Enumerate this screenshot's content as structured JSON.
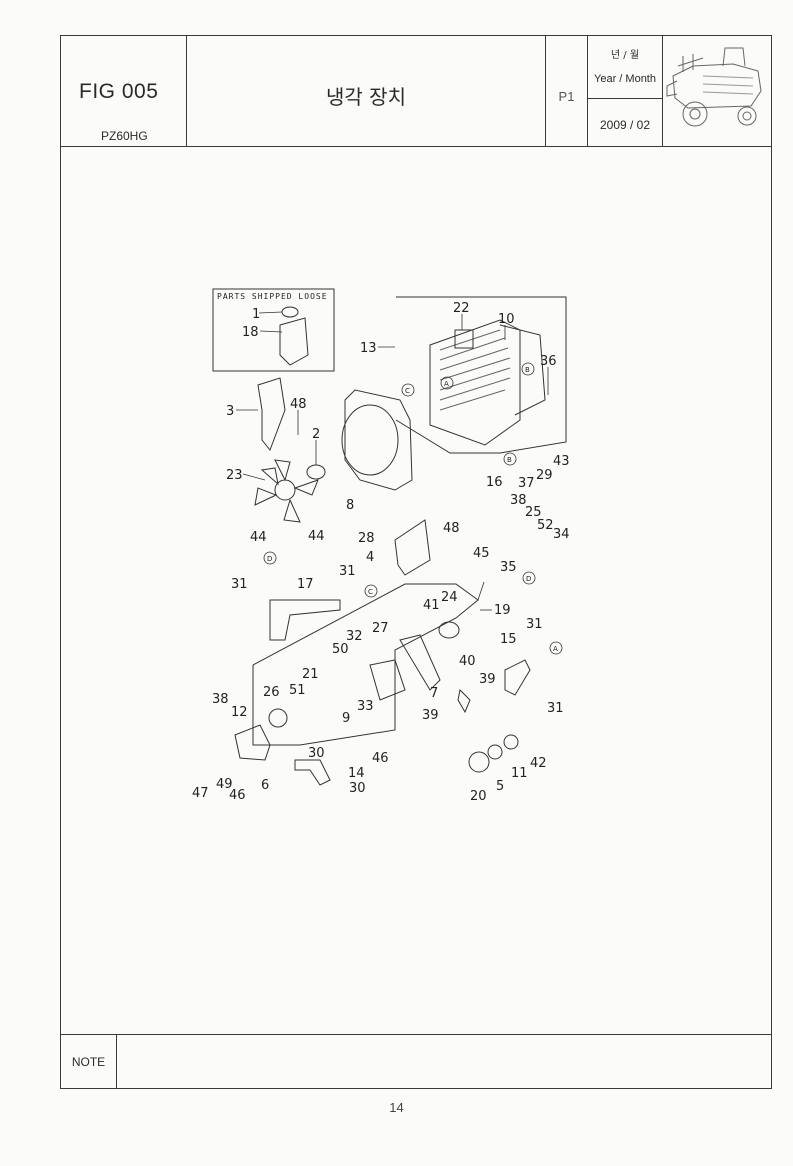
{
  "header": {
    "fig_label": "FIG 005",
    "model": "PZ60HG",
    "title": "냉각 장치",
    "page_code": "P1",
    "year_month_korean": "년 / 월",
    "year_month_label": "Year / Month",
    "date": "2009 / 02"
  },
  "diagram": {
    "loose_parts_caption": "PARTS SHIPPED LOOSE",
    "part_labels": [
      {
        "id": "p1",
        "text": "1"
      },
      {
        "id": "p18",
        "text": "18"
      },
      {
        "id": "p13",
        "text": "13"
      },
      {
        "id": "p22",
        "text": "22"
      },
      {
        "id": "p10",
        "text": "10"
      },
      {
        "id": "p36",
        "text": "36"
      },
      {
        "id": "p3",
        "text": "3"
      },
      {
        "id": "p48a",
        "text": "48"
      },
      {
        "id": "p2",
        "text": "2"
      },
      {
        "id": "p23",
        "text": "23"
      },
      {
        "id": "p8",
        "text": "8"
      },
      {
        "id": "p44a",
        "text": "44"
      },
      {
        "id": "p44b",
        "text": "44"
      },
      {
        "id": "p37",
        "text": "37"
      },
      {
        "id": "p29",
        "text": "29"
      },
      {
        "id": "p43",
        "text": "43"
      },
      {
        "id": "p16",
        "text": "16"
      },
      {
        "id": "p38a",
        "text": "38"
      },
      {
        "id": "p25",
        "text": "25"
      },
      {
        "id": "p52",
        "text": "52"
      },
      {
        "id": "p34",
        "text": "34"
      },
      {
        "id": "p45",
        "text": "45"
      },
      {
        "id": "p35",
        "text": "35"
      },
      {
        "id": "p28",
        "text": "28"
      },
      {
        "id": "p48b",
        "text": "48"
      },
      {
        "id": "p4",
        "text": "4"
      },
      {
        "id": "p31a",
        "text": "31"
      },
      {
        "id": "p17",
        "text": "17"
      },
      {
        "id": "p31b",
        "text": "31"
      },
      {
        "id": "p41",
        "text": "41"
      },
      {
        "id": "p24",
        "text": "24"
      },
      {
        "id": "p19",
        "text": "19"
      },
      {
        "id": "p32",
        "text": "32"
      },
      {
        "id": "p27",
        "text": "27"
      },
      {
        "id": "p50",
        "text": "50"
      },
      {
        "id": "p31c",
        "text": "31"
      },
      {
        "id": "p15",
        "text": "15"
      },
      {
        "id": "p21",
        "text": "21"
      },
      {
        "id": "p51",
        "text": "51"
      },
      {
        "id": "p26",
        "text": "26"
      },
      {
        "id": "p9",
        "text": "9"
      },
      {
        "id": "p33",
        "text": "33"
      },
      {
        "id": "p7",
        "text": "7"
      },
      {
        "id": "p40",
        "text": "40"
      },
      {
        "id": "p39a",
        "text": "39"
      },
      {
        "id": "p39b",
        "text": "39"
      },
      {
        "id": "p31d",
        "text": "31"
      },
      {
        "id": "p38b",
        "text": "38"
      },
      {
        "id": "p12",
        "text": "12"
      },
      {
        "id": "p30a",
        "text": "30"
      },
      {
        "id": "p46a",
        "text": "46"
      },
      {
        "id": "p42",
        "text": "42"
      },
      {
        "id": "p11",
        "text": "11"
      },
      {
        "id": "p14",
        "text": "14"
      },
      {
        "id": "p47",
        "text": "47"
      },
      {
        "id": "p49",
        "text": "49"
      },
      {
        "id": "p46b",
        "text": "46"
      },
      {
        "id": "p6",
        "text": "6"
      },
      {
        "id": "p30b",
        "text": "30"
      },
      {
        "id": "p5",
        "text": "5"
      },
      {
        "id": "p20",
        "text": "20"
      }
    ],
    "ref_markers": [
      {
        "id": "rA1",
        "text": "A"
      },
      {
        "id": "rB1",
        "text": "B"
      },
      {
        "id": "rC1",
        "text": "C"
      },
      {
        "id": "rB2",
        "text": "B"
      },
      {
        "id": "rD1",
        "text": "D"
      },
      {
        "id": "rC2",
        "text": "C"
      },
      {
        "id": "rD2",
        "text": "D"
      },
      {
        "id": "rA2",
        "text": "A"
      }
    ]
  },
  "footer": {
    "note_label": "NOTE",
    "page_number": "14"
  }
}
